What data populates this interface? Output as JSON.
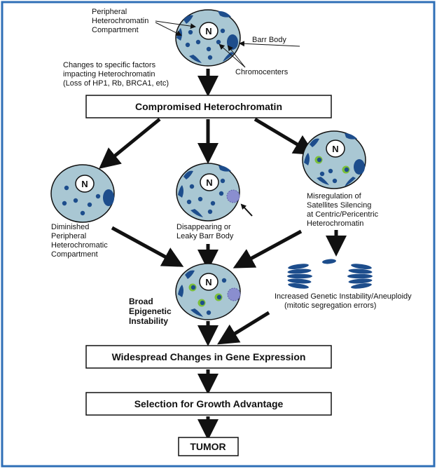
{
  "colors": {
    "frame": "#2f6fb7",
    "cell_fill": "#a9c7d3",
    "heterochromatin": "#1d4d8c",
    "arrow": "#111111",
    "satellite_ring": "#7bbf3a",
    "barr_leaky": "#8a8ecf"
  },
  "top_labels": {
    "peripheral": [
      "Peripheral",
      "Heterochromatin",
      "Compartment"
    ],
    "barr_body": "Barr Body",
    "changes": [
      "Changes to specific factors",
      "impacting Heterochromatin",
      "(Loss of HP1, Rb, BRCA1, etc)"
    ],
    "chromocenters": "Chromocenters"
  },
  "boxes": {
    "compromised": "Compromised Heterochromatin",
    "widespread": "Widespread Changes in Gene Expression",
    "selection": "Selection for Growth Advantage",
    "tumor": "TUMOR"
  },
  "nucleus_letter": "N",
  "branch_labels": {
    "diminished": [
      "Diminished",
      "Peripheral",
      "Heterochromatic",
      "Compartment"
    ],
    "disappearing": [
      "Disappearing or",
      "Leaky Barr Body"
    ],
    "misregulation": [
      "Misregulation of",
      "Satellites Silencing",
      "at Centric/Pericentric",
      "Heterochromatin"
    ]
  },
  "broad_label": [
    "Broad",
    "Epigenetic",
    "Instability"
  ],
  "instability_label": [
    "Increased Genetic Instability/Aneuploidy",
    "(mitotic segregation errors)"
  ]
}
